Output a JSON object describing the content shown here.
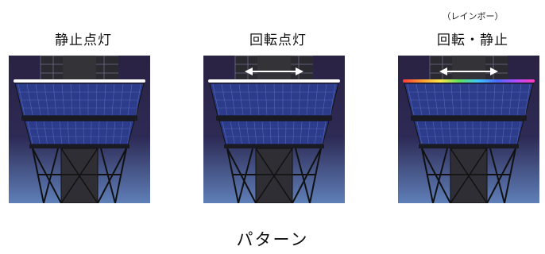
{
  "panels": [
    {
      "label": "静止点灯",
      "sublabel": "",
      "ring": "white",
      "arrow": false
    },
    {
      "label": "回転点灯",
      "sublabel": "",
      "ring": "white",
      "arrow": true
    },
    {
      "label": "回転・静止",
      "sublabel": "（レインボー）",
      "ring": "rainbow",
      "arrow": true
    }
  ],
  "footer": "パターン",
  "colors": {
    "sky_top": "#2a2242",
    "sky_bottom": "#5f7fb8",
    "deck_blue": "#2c3b8a",
    "frame": "#2b2b30",
    "ring_white": "#ffffff"
  }
}
